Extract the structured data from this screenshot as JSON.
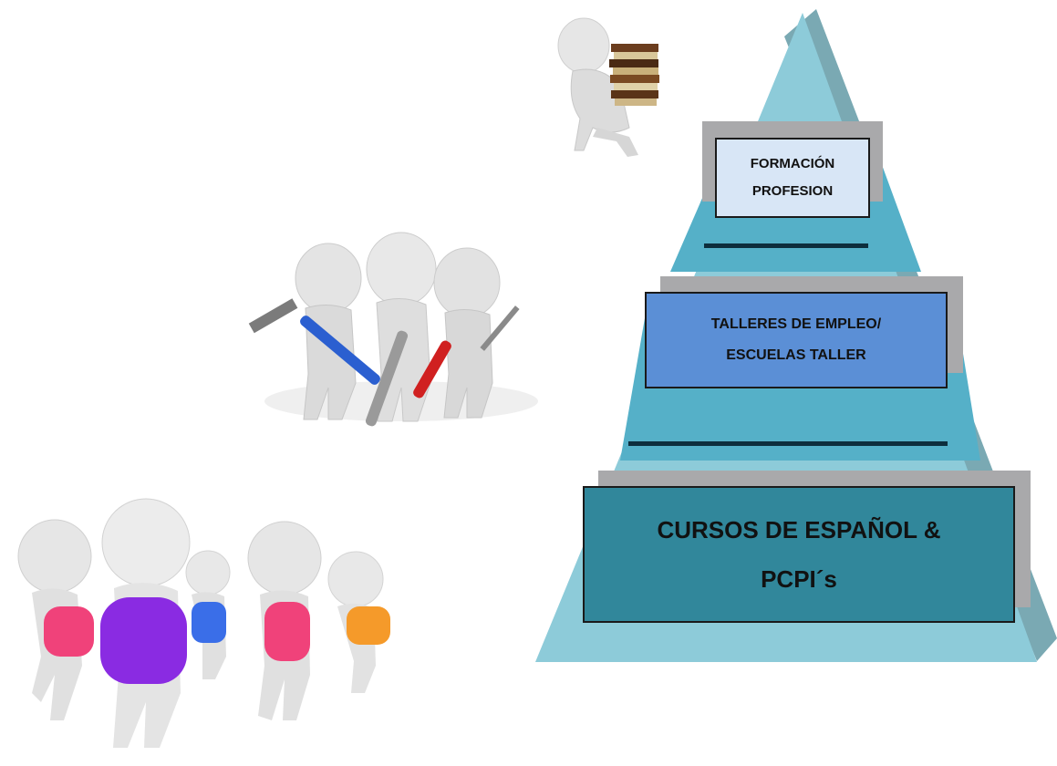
{
  "pyramid": {
    "colors": {
      "face": "#8dcbd9",
      "side": "#7aa9b3",
      "band": "#55b0c8",
      "divider": "#0d2e3d"
    },
    "tiers": {
      "top": {
        "line1": "FORMACIÓN",
        "line2": "PROFESION"
      },
      "middle": {
        "line1": "TALLERES DE EMPLEO/",
        "line2": "ESCUELAS TALLER"
      },
      "bottom": {
        "line1": "CURSOS DE ESPAÑOL &",
        "line2": "PCPI´s"
      }
    }
  },
  "illustrations": {
    "top": {
      "icon": "figure-carrying-books-icon"
    },
    "middle": {
      "icon": "figures-with-tools-icon"
    },
    "bottom": {
      "icon": "students-with-backpacks-icon"
    }
  }
}
